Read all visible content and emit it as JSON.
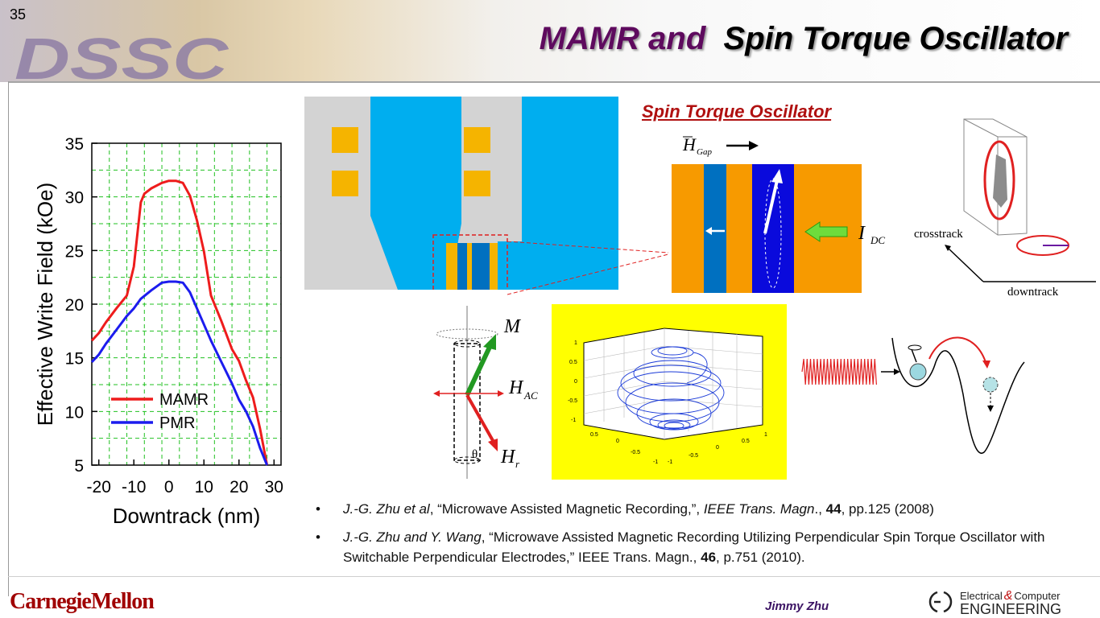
{
  "slide": {
    "number": "35"
  },
  "header": {
    "logo_text": "DSSC",
    "title_part1": "MAMR and",
    "title_part2": "Spin Torque Oscillator"
  },
  "chart_data": {
    "type": "line",
    "xlabel": "Downtrack (nm)",
    "ylabel": "Effective Write Field (kOe)",
    "xlim": [
      -22,
      32
    ],
    "ylim": [
      5,
      35
    ],
    "xticks": [
      -20,
      -10,
      0,
      10,
      20,
      30
    ],
    "yticks": [
      5,
      10,
      15,
      20,
      25,
      30,
      35
    ],
    "grid": true,
    "legend_position": "lower-left",
    "series": [
      {
        "name": "MAMR",
        "color": "#ee1c1c",
        "x": [
          -22,
          -20,
          -18,
          -15,
          -12,
          -10,
          -8,
          -7,
          -5,
          -2,
          0,
          2,
          4,
          6,
          8,
          10,
          12,
          15,
          18,
          20,
          22,
          24,
          26,
          28
        ],
        "y": [
          16.6,
          17.3,
          18.3,
          19.6,
          20.8,
          23.5,
          29.5,
          30.3,
          30.8,
          31.3,
          31.5,
          31.5,
          31.3,
          30.1,
          27.8,
          24.9,
          20.8,
          18.4,
          15.8,
          14.7,
          12.9,
          11.3,
          8.4,
          5.0
        ]
      },
      {
        "name": "PMR",
        "color": "#1c1cee",
        "x": [
          -22,
          -20,
          -18,
          -15,
          -12,
          -10,
          -8,
          -5,
          -2,
          0,
          2,
          4,
          6,
          8,
          10,
          12,
          15,
          18,
          20,
          22,
          24,
          26,
          28
        ],
        "y": [
          14.6,
          15.3,
          16.3,
          17.6,
          18.9,
          19.6,
          20.5,
          21.3,
          22.0,
          22.1,
          22.1,
          22.0,
          21.1,
          19.6,
          18.1,
          16.6,
          14.6,
          12.6,
          11.1,
          10.0,
          8.6,
          6.6,
          5.0
        ]
      }
    ]
  },
  "sto_title": "Spin Torque Oscillator",
  "sto_labels": {
    "h_gap": "H",
    "h_gap_sub": "Gap",
    "i_dc": "I",
    "i_dc_sub": "DC"
  },
  "axes3d_labels": {
    "crosstrack": "crosstrack",
    "downtrack": "downtrack"
  },
  "osc_labels": {
    "m": "M",
    "h_ac": "H",
    "h_ac_sub": "AC",
    "h_r": "H",
    "h_r_sub": "r",
    "theta": "θ"
  },
  "traj_ticks": {
    "z": [
      "1",
      "0.5",
      "0",
      "-0.5",
      "-1"
    ],
    "x": [
      "0.5",
      "0",
      "-0.5",
      "-1"
    ],
    "y": [
      "1",
      "0.5",
      "0",
      "-0.5",
      "-1"
    ]
  },
  "references": [
    {
      "bullet": "•",
      "authors": "J.-G. Zhu et al",
      "text": ", “Microwave Assisted Magnetic Recording,”, ",
      "journal": "IEEE Trans. Magn",
      "text2": "., ",
      "volume": "44",
      "pages": ", pp.125 (2008)"
    },
    {
      "bullet": "•",
      "authors": "J.-G. Zhu  and Y. Wang",
      "text": ", “Microwave Assisted Magnetic Recording Utilizing Perpendicular Spin Torque Oscillator with Switchable Perpendicular Electrodes,” IEEE Trans. Magn., ",
      "journal": "",
      "text2": "",
      "volume": "46",
      "pages": ", p.751 (2010)."
    }
  ],
  "footer": {
    "university": "CarnegieMellon",
    "author": "Jimmy Zhu",
    "dept_line1": "Electrical",
    "dept_amp": "&",
    "dept_line1b": "Computer",
    "dept_line2": "ENGINEERING"
  }
}
